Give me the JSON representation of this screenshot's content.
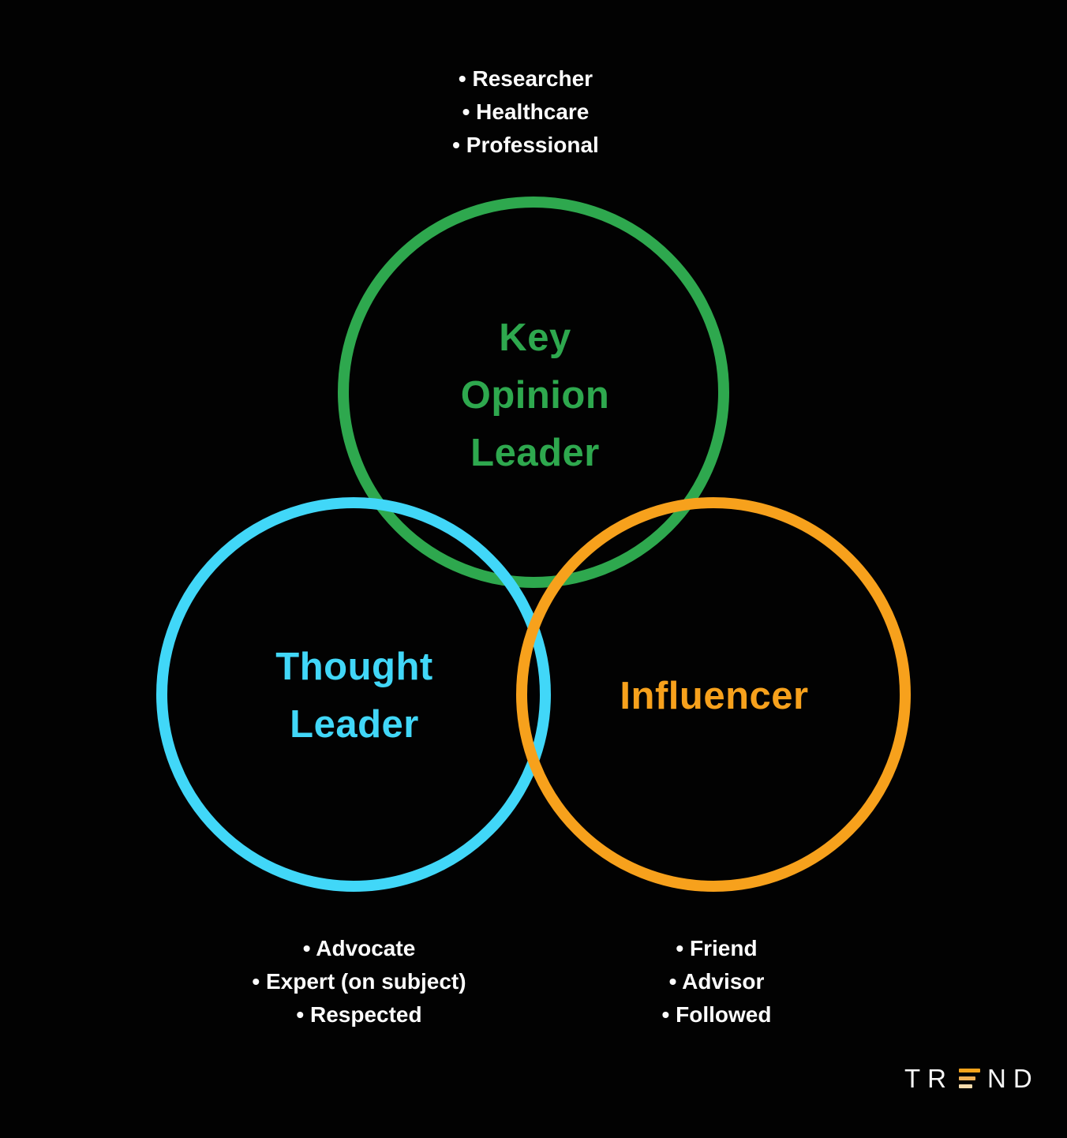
{
  "colors": {
    "background": "#020202",
    "green": "#2EA84E",
    "cyan": "#41D7F8",
    "orange": "#F7A11C",
    "text_white": "#FCFCFC",
    "logo_bar_top": "#F5A41C",
    "logo_bar_middle": "#F0B055",
    "logo_bar_bottom": "#F6DCAD"
  },
  "diagram": {
    "type": "venn",
    "circles": [
      {
        "id": "key-opinion-leader",
        "label_lines": [
          "Key",
          "Opinion",
          "Leader"
        ],
        "color": "#2EA84E",
        "bullets_position": "top",
        "bullets": [
          "• Researcher",
          "• Healthcare",
          "• Professional"
        ]
      },
      {
        "id": "thought-leader",
        "label_lines": [
          "Thought",
          "Leader"
        ],
        "color": "#41D7F8",
        "bullets_position": "bottom-left",
        "bullets": [
          "• Advocate",
          "• Expert (on subject)",
          "• Respected"
        ]
      },
      {
        "id": "influencer",
        "label_lines": [
          "Influencer"
        ],
        "color": "#F7A11C",
        "bullets_position": "bottom-right",
        "bullets": [
          "• Friend",
          "• Advisor",
          "• Followed"
        ]
      }
    ]
  },
  "logo": {
    "full_name": "TREND",
    "prefix": "TR",
    "suffix": "ND"
  }
}
